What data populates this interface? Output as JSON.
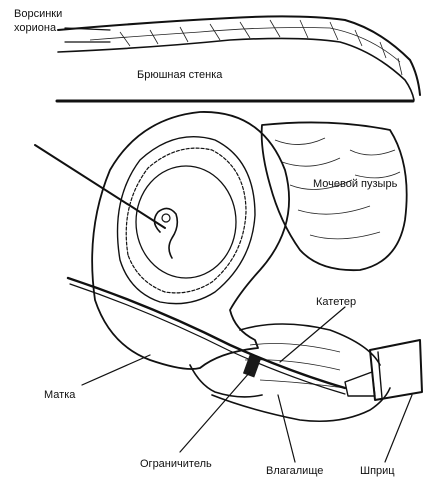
{
  "labels": {
    "fat_tissue_line1": "Ворсинки",
    "fat_tissue_line2": "хориона",
    "abdominal_wall": "Брюшная стенка",
    "bladder": "Мочевой пузырь",
    "catheter": "Катетер",
    "uterus": "Матка",
    "limiter": "Ограничитель",
    "vagina": "Влагалище",
    "syringe": "Шприц"
  },
  "colors": {
    "ink": "#111111",
    "background": "#ffffff",
    "fill_dark": "#1a1a1a"
  }
}
